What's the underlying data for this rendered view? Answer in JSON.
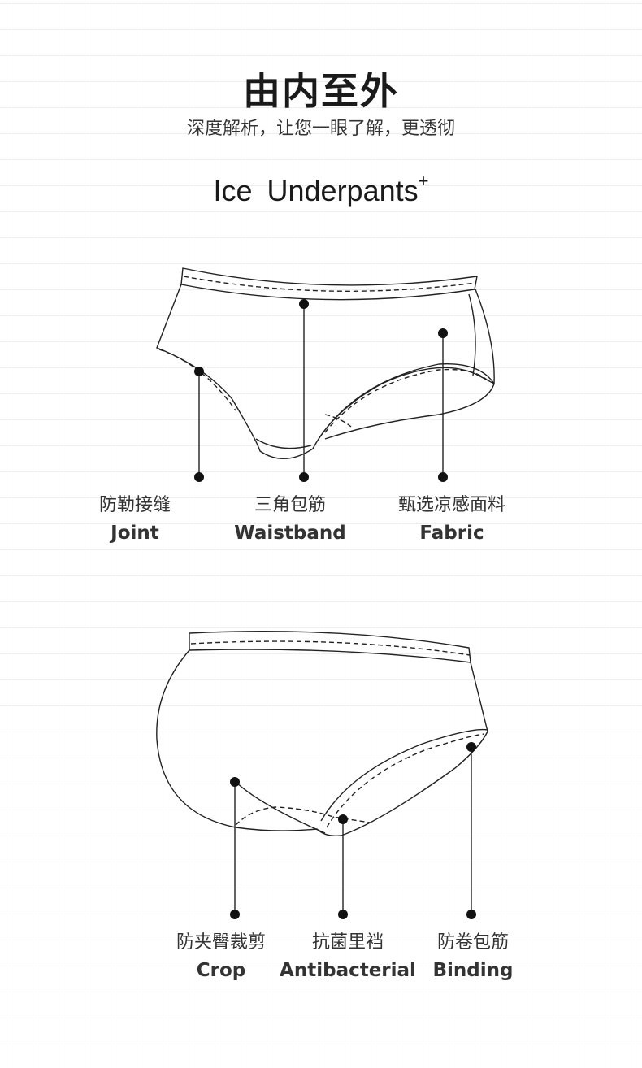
{
  "header": {
    "title": "由内至外",
    "subtitle": "深度解析，让您一眼了解，更透彻",
    "product_name": "Ice Underpants",
    "product_mark": "+"
  },
  "front_view": {
    "callouts": [
      {
        "cn": "防勒接缝",
        "en": "Joint"
      },
      {
        "cn": "三角包筋",
        "en": "Waistband"
      },
      {
        "cn": "甄选凉感面料",
        "en": "Fabric"
      }
    ]
  },
  "back_view": {
    "callouts": [
      {
        "cn": "防夹臀裁剪",
        "en": "Crop"
      },
      {
        "cn": "抗菌里裆",
        "en": "Antibacterial"
      },
      {
        "cn": "防卷包筋",
        "en": "Binding"
      }
    ]
  },
  "colors": {
    "text_primary": "#1a1a1a",
    "text_secondary": "#333333",
    "line": "#222222",
    "grid": "#eeeeee"
  }
}
